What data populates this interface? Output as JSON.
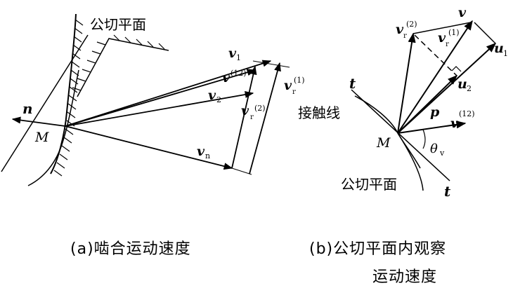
{
  "panel_a": {
    "tangent_plane": "公切平面",
    "n": "n",
    "M": "M",
    "v1": "v",
    "v1_sub": "1",
    "v12": "v",
    "v12_sup": "(12)",
    "v2": "v",
    "v2_sub": "2",
    "vr2": "v",
    "vr2_sub": "r",
    "vr2_sup": "(2)",
    "vr1": "v",
    "vr1_sub": "r",
    "vr1_sup": "(1)",
    "vn": "v",
    "vn_sub": "n"
  },
  "panel_b": {
    "vr2": "v",
    "vr2_sub": "r",
    "vr2_sup": "(2)",
    "v": "v",
    "vr1": "v",
    "vr1_sub": "r",
    "vr1_sup": "(1)",
    "u1": "u",
    "u1_sub": "1",
    "u2": "u",
    "u2_sub": "2",
    "t_top": "t",
    "contact_line": "接触线",
    "p": "p",
    "v12": "v",
    "v12_sup": "(12)",
    "M": "M",
    "theta": "θ",
    "theta_sub": "v",
    "tangent_plane": "公切平面",
    "t_bottom": "t"
  },
  "captions": {
    "a": "(a)啮合运动速度",
    "b_line1": "(b)公切平面内观察",
    "b_line2": "运动速度"
  }
}
